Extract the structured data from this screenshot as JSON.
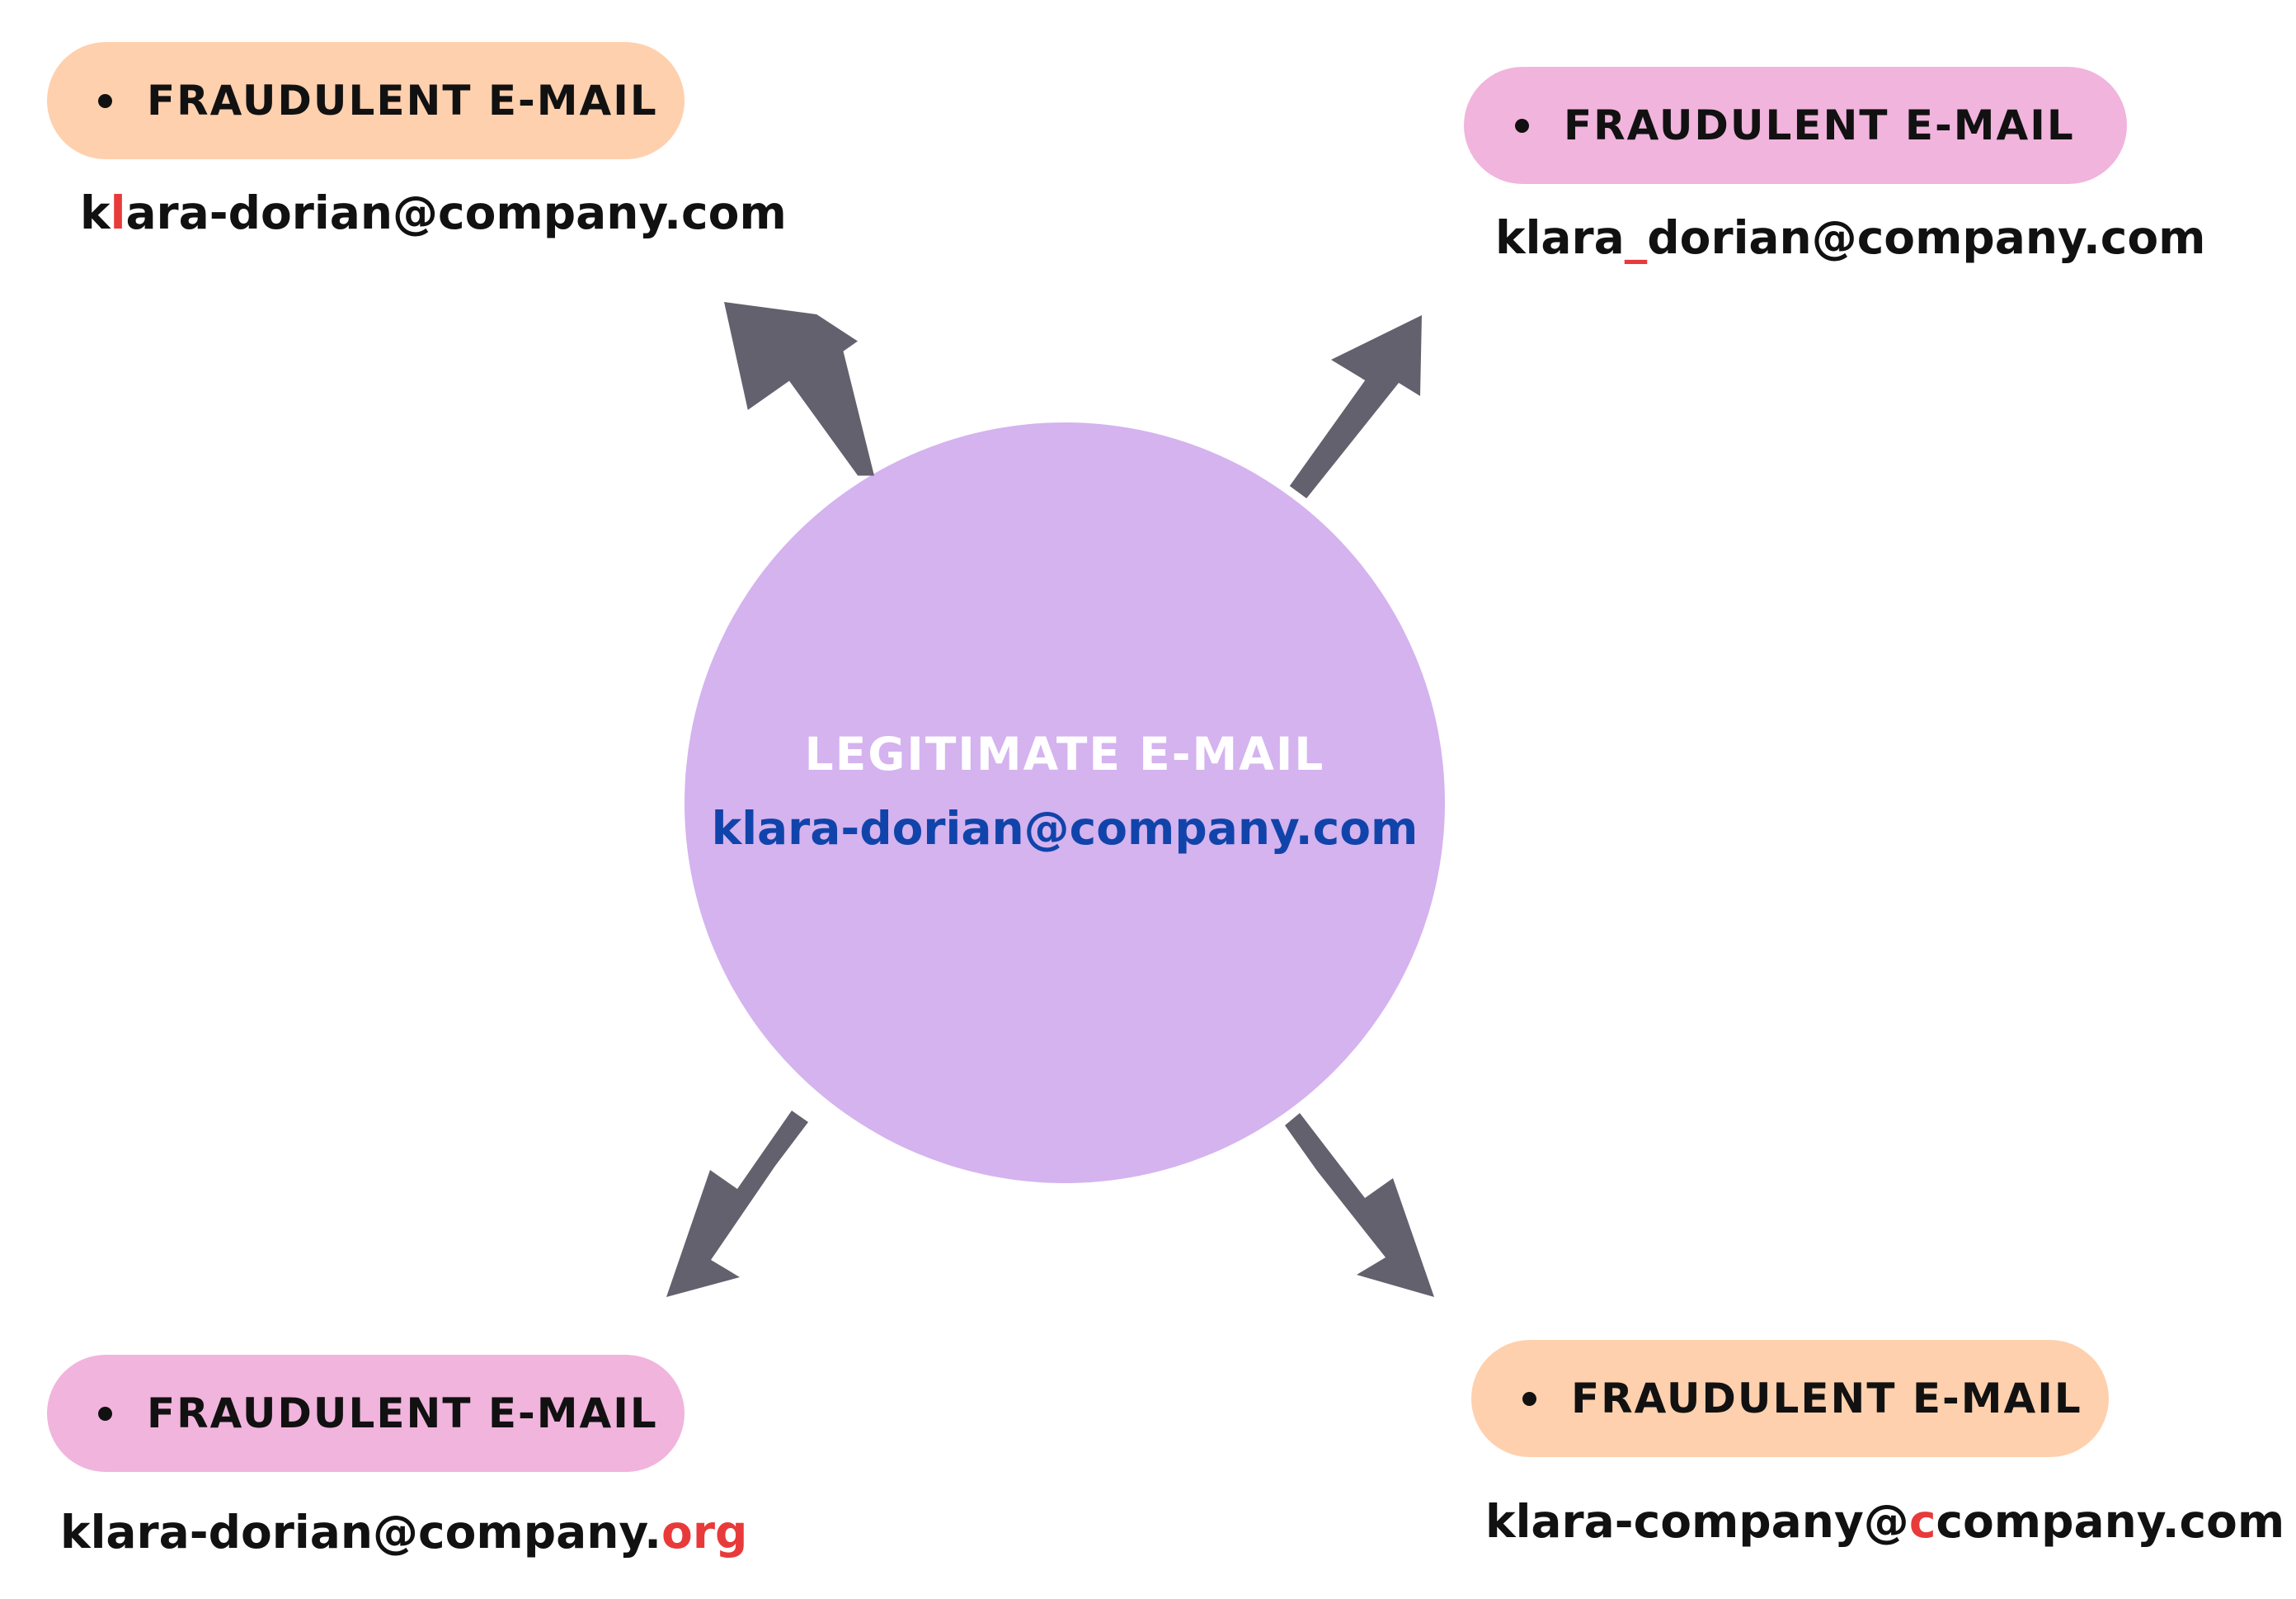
{
  "center": {
    "title": "LEGITIMATE E-MAIL",
    "email": "klara-dorian@company.com"
  },
  "fraud_label": "FRAUDULENT E-MAIL",
  "variants": {
    "top_left": {
      "pre": "k",
      "diff": "l",
      "post": "ara-dorian@company.com"
    },
    "top_right": {
      "pre": "klara",
      "diff": "_",
      "post": "dorian@company.com"
    },
    "bottom_left": {
      "pre": "klara-dorian@company.",
      "diff": "org",
      "post": ""
    },
    "bottom_right": {
      "pre": "klara-company@",
      "diff": "c",
      "post": "company.com"
    }
  },
  "colors": {
    "peach_pill": "#ffd0ad",
    "pink_pill": "#f1b4dd",
    "circle": "#d4b3ef",
    "highlight": "#e83a3a",
    "center_email": "#1144aa",
    "arrow": "#62616d"
  }
}
